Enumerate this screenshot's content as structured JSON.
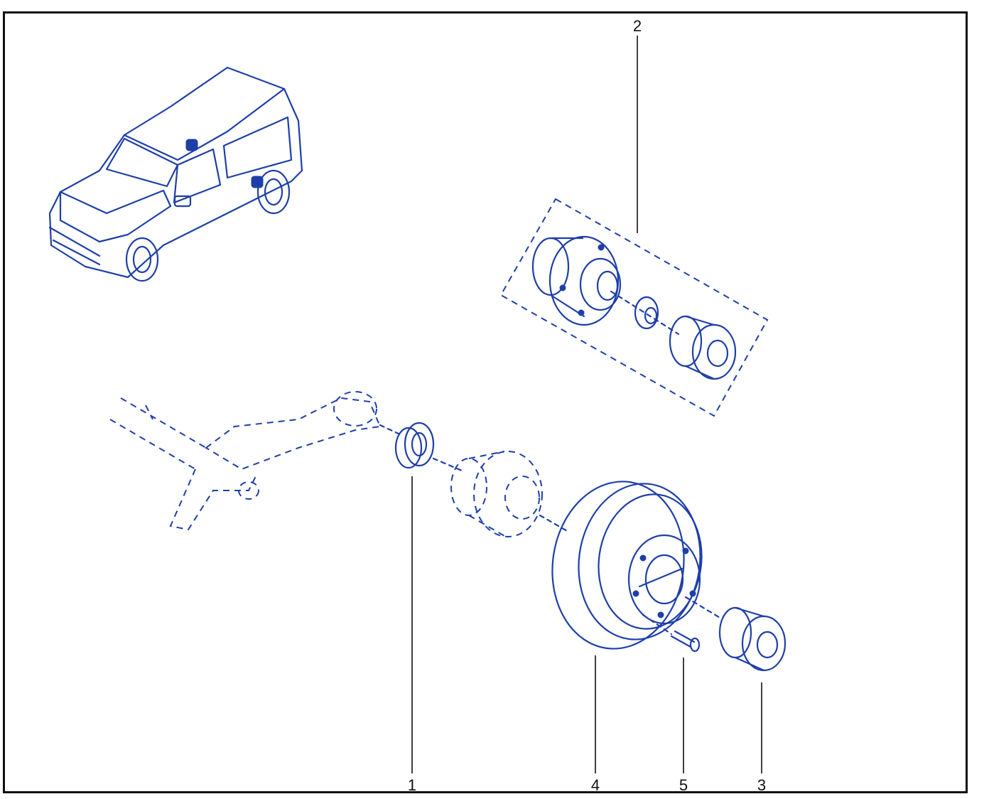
{
  "colors": {
    "ink": "#1e3fa8",
    "frame": "#111111",
    "background": "#ffffff"
  },
  "callouts": [
    "1",
    "2",
    "3",
    "4",
    "5"
  ]
}
